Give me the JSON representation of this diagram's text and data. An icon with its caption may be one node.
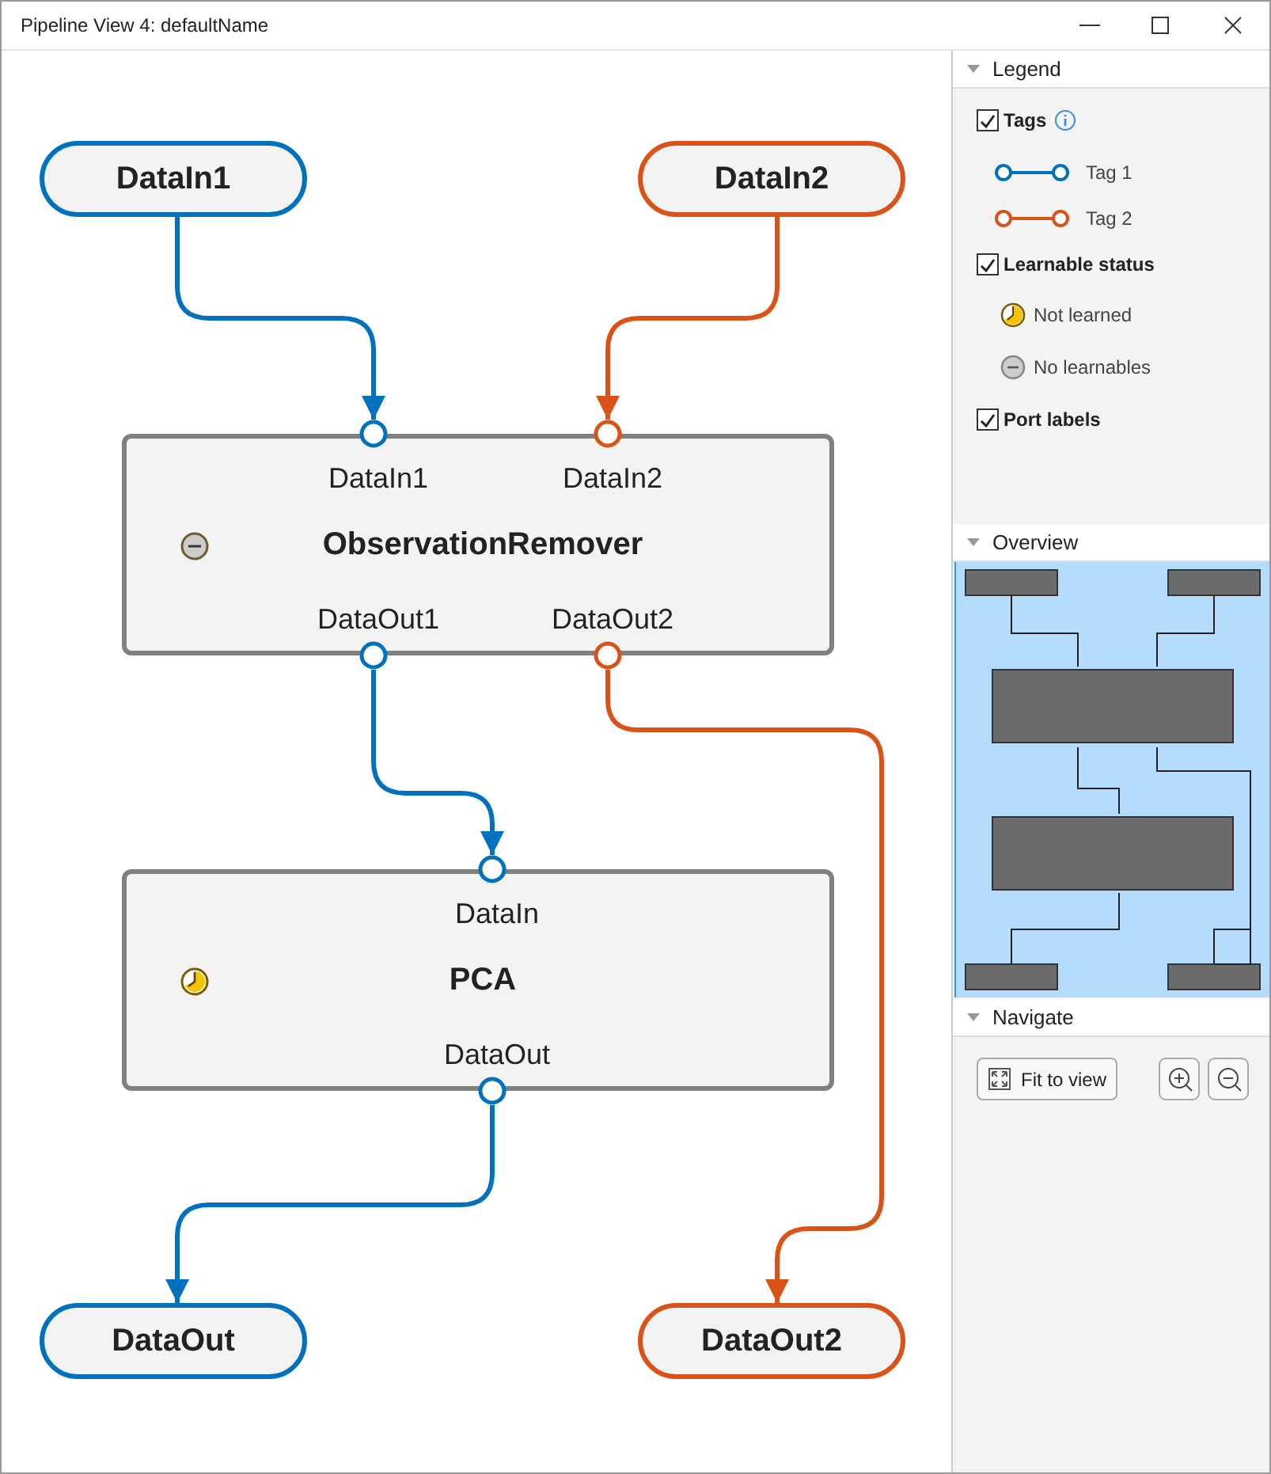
{
  "diagram": {
    "title": "Pipeline View 4: defaultName",
    "nodes": [
      {
        "text": [
          "DataIn1"
        ]
      },
      {
        "text": [
          "DataIn2"
        ]
      },
      {
        "text": [
          "DataIn1",
          "DataIn2",
          "ObservationRemover",
          "DataOut1",
          "DataOut2"
        ]
      },
      {
        "text": [
          "DataIn",
          "PCA",
          "DataOut"
        ]
      },
      {
        "text": [
          "DataOut"
        ]
      },
      {
        "text": [
          "DataOut2"
        ]
      }
    ],
    "edges": [
      {
        "from": 0,
        "to": 2,
        "arrow": "to"
      },
      {
        "from": 1,
        "to": 2,
        "arrow": "to",
        "color": "#d95319"
      },
      {
        "from": 2,
        "to": 3,
        "arrow": "to"
      },
      {
        "from": 2,
        "to": 5,
        "arrow": "to",
        "color": "#d95319"
      },
      {
        "from": 3,
        "to": 4,
        "arrow": "to"
      }
    ],
    "labels": [
      "Legend",
      "Tags",
      "Learnable status",
      "Port labels",
      "Overview",
      "Navigate",
      "Fit to view"
    ],
    "legend": [
      {
        "text": "Tag 1"
      },
      {
        "text": "Tag 2"
      },
      {
        "text": "Not learned"
      },
      {
        "text": "No learnables"
      }
    ]
  }
}
